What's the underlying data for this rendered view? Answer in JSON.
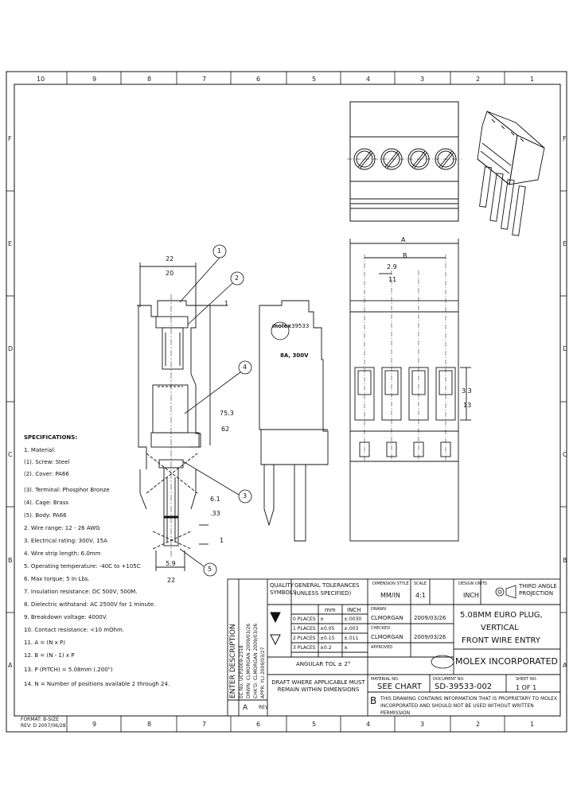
{
  "zones": {
    "top": [
      "10",
      "9",
      "8",
      "7",
      "6",
      "5",
      "4",
      "3",
      "2",
      "1"
    ],
    "side": [
      "F",
      "E",
      "D",
      "C",
      "B",
      "A"
    ]
  },
  "callouts": [
    "1",
    "2",
    "3",
    "4",
    "5"
  ],
  "dimensions": {
    "side_width_a": "22",
    "side_width_b": "20",
    "length_a": "75.3",
    "length_b": "62",
    "strip_a": "6.1",
    "strip_b": ".33",
    "base_a": "5.9",
    "base_b": "22",
    "front_a": "A",
    "front_b": "B",
    "pitch_a": "2.9",
    "pitch_b": "11",
    "height_a": "3.3",
    "height_b": "13",
    "label_1": "1"
  },
  "part_marking": {
    "logo": "molex",
    "part_number": "39533",
    "rating": "8A, 300V"
  },
  "specifications": {
    "heading": "SPECIFICATIONS:",
    "lines": [
      "1. Material:",
      "(1). Screw: Steel",
      "(2). Cover: PA66",
      "(3). Terminal: Phosphor Bronze",
      "(4). Cage: Brass",
      "(5). Body: PA66",
      "2. Wire range: 12 - 26 AWG",
      "3. Electrical rating: 300V, 15A",
      "4. Wire strip length: 6.0mm",
      "5. Operating temperature: -40C to +105C",
      "6. Max torque: 5 In Lbs.",
      "7. Insulation resistance: DC 500V, 500M.",
      "8. Dielectric withstand: AC 2500V for 1 minute.",
      "9. Breakdown voltage: 4000V.",
      "10. Contact resistance: <10 mOhm.",
      "11. A = (N x P)",
      "12. B = (N - 1) x P",
      "13. P (PITCH) = 5.08mm (.200\")",
      "14. N = Number of positions available 2 through 24."
    ]
  },
  "revision": {
    "heading": "ENTER DESCRIPTION",
    "entry": "EC No: UCP2009-2318",
    "drawn": "DRWN: CLMORGAN 2009/03/26",
    "checked": "CHK'D: CLMORGAN 2009/03/26",
    "approved": "APPR: YLI 2009/03/27",
    "rev": "A",
    "rev_label": "REV"
  },
  "quality_symbols": "QUALITY SYMBOLS",
  "tolerances": {
    "heading": "GENERAL TOLERANCES (UNLESS SPECIFIED)",
    "col_mm": "mm",
    "col_inch": "INCH",
    "rows": [
      {
        "label": "0 PLACES",
        "mm": "±",
        "inch": "±.0030"
      },
      {
        "label": "1 PLACES",
        "mm": "±0.05",
        "inch": "±.003"
      },
      {
        "label": "2 PLACES",
        "mm": "±0.15",
        "inch": "±.011"
      },
      {
        "label": "3 PLACES",
        "mm": "±0.2",
        "inch": "±"
      }
    ],
    "angular": "ANGULAR TOL ± 2°",
    "note": "DRAFT WHERE APPLICABLE MUST REMAIN WITHIN DIMENSIONS"
  },
  "title_block": {
    "dimension_style_label": "DIMENSION STYLE",
    "dimension_style": "MM/IN",
    "scale_label": "SCALE",
    "scale": "4:1",
    "design_units_label": "DESIGN UNITS",
    "design_units": "INCH",
    "projection": "THIRD ANGLE PROJECTION",
    "drawn_label": "DRAWN",
    "drawn_by": "CLMORGAN",
    "drawn_date": "2009/03/26",
    "checked_label": "CHECKED",
    "checked_by": "CLMORGAN",
    "checked_date": "2009/03/26",
    "approved_label": "APPROVED",
    "title_lines": [
      "5.08MM EURO PLUG,",
      "VERTICAL",
      "FRONT WIRE ENTRY"
    ],
    "company": "MOLEX INCORPORATED",
    "material_label": "MATERIAL NO.",
    "material": "SEE CHART",
    "document_label": "DOCUMENT NO.",
    "document": "SD-39533-002",
    "sheet_label": "SHEET NO.",
    "sheet": "1 OF 1",
    "format": "B",
    "proprietary": "THIS DRAWING CONTAINS INFORMATION THAT IS PROPRIETARY TO MOLEX INCORPORATED AND SHOULD NOT BE USED WITHOUT WRITTEN PERMISSION"
  },
  "footer": {
    "template": "FORMAT: B-SIZE",
    "revision": "REV: D 2007/06/28"
  }
}
